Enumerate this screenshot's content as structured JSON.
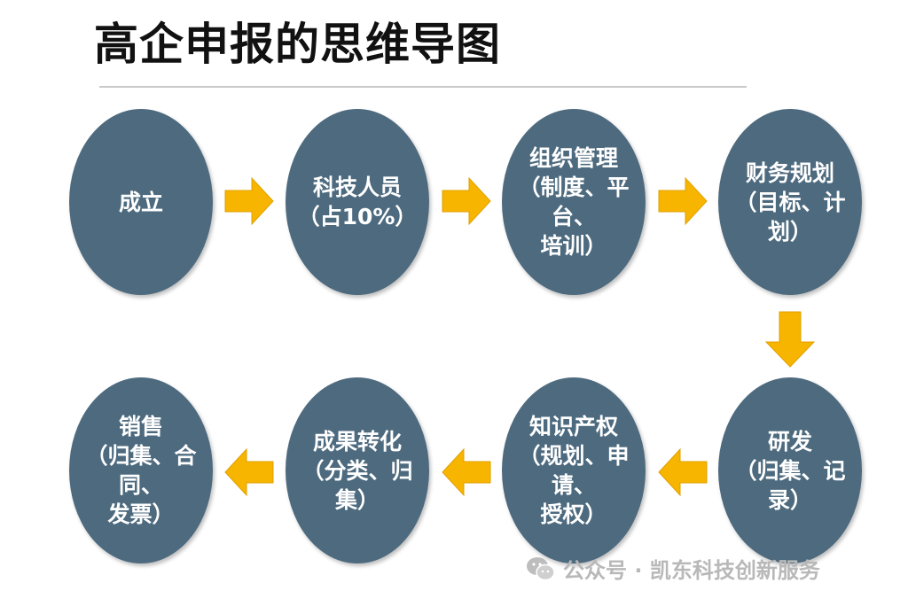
{
  "title": "高企申报的思维导图",
  "nodes": [
    {
      "label": "成立"
    },
    {
      "label": "科技人员\n（占10%）"
    },
    {
      "label": "组织管理\n（制度、平台、\n培训）"
    },
    {
      "label": "财务规划\n（目标、计划）"
    },
    {
      "label": "研发\n（归集、记录）"
    },
    {
      "label": "知识产权\n（规划、申请、\n授权）"
    },
    {
      "label": "成果转化\n（分类、归集）"
    },
    {
      "label": "销售\n（归集、合同、\n发票）"
    }
  ],
  "watermark": {
    "text": "公众号 · 凯东科技创新服务",
    "icon": "wechat-icon"
  },
  "colors": {
    "node_fill": "#4d6a7f",
    "arrow_fill": "#f7b500",
    "title_color": "#111111"
  }
}
